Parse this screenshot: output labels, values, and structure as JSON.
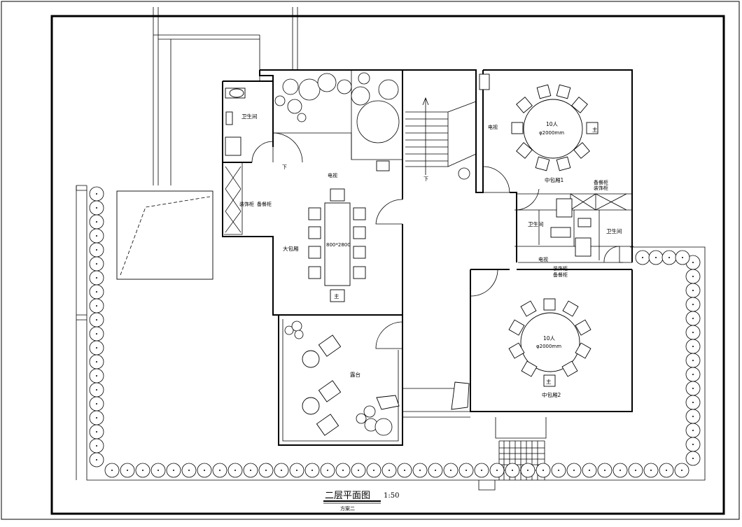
{
  "drawing": {
    "title": "二层平面图",
    "scale": "1:50",
    "subtitle": "方案二"
  },
  "rooms": {
    "restroom_a": "卫生间",
    "tv_a": "电视",
    "cabinet_a1": "装饰柜",
    "cabinet_a2": "备餐柜",
    "big_room": "大包厢",
    "table_size": "800*2800",
    "host_a": "主",
    "terrace": "露台",
    "down_a": "下",
    "down_b": "下",
    "tv_b": "电视",
    "room1_seats": "10人",
    "room1_dia": "φ2000mm",
    "host_b": "主",
    "room1": "中包厢1",
    "cabinet_b1": "备餐柜",
    "cabinet_b2": "装饰柜",
    "restroom_b": "卫生间",
    "restroom_c": "卫生间",
    "tv_c": "电视",
    "cabinet_c1": "装饰柜",
    "cabinet_c2": "备餐柜",
    "room2_seats": "10人",
    "room2_dia": "φ2000mm",
    "host_c": "主",
    "room2": "中包厢2"
  }
}
